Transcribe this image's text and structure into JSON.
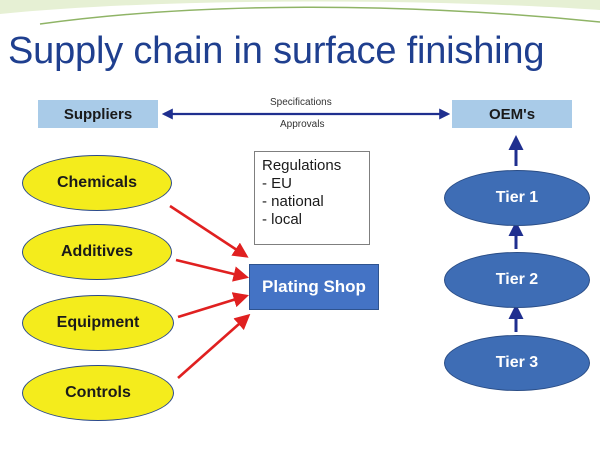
{
  "title": "Supply chain in surface finishing",
  "top_row": {
    "suppliers": "Suppliers",
    "oems": "OEM's",
    "arrow_label_top": "Specifications",
    "arrow_label_bottom": "Approvals"
  },
  "inputs": [
    "Chemicals",
    "Additives",
    "Equipment",
    "Controls"
  ],
  "center": "Plating Shop",
  "regulations": {
    "heading": "Regulations",
    "items": [
      "- EU",
      "- national",
      "- local"
    ]
  },
  "tiers": [
    "Tier 1",
    "Tier 2",
    "Tier 3"
  ],
  "colors": {
    "title": "#1f3f8f",
    "yellow_fill": "#f4ec1c",
    "blue_fill": "#3e6db5",
    "light_box": "#a9cbe8",
    "red_arrow": "#e02020",
    "navy_arrow": "#1f2f8f"
  }
}
